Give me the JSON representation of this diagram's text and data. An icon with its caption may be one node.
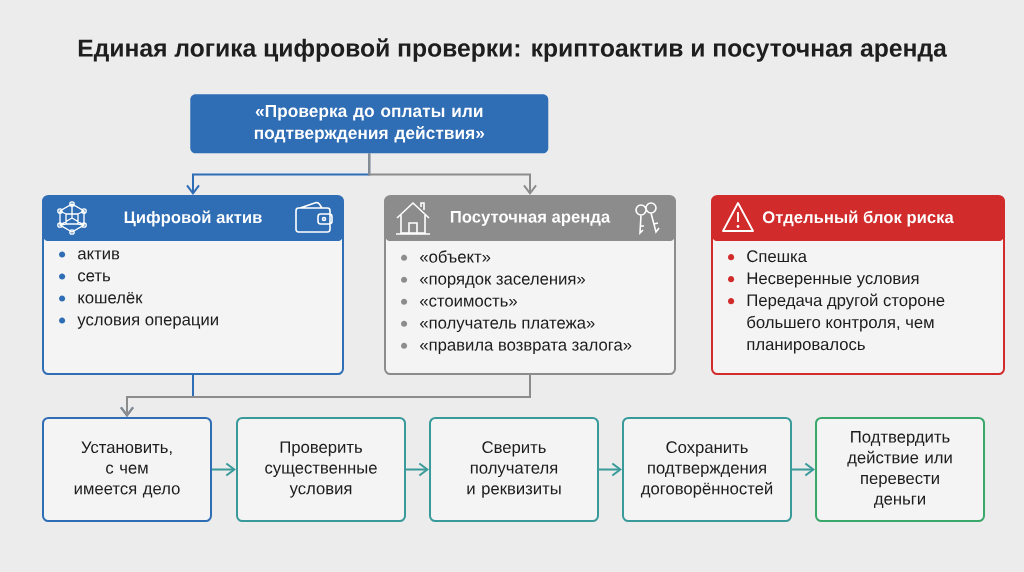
{
  "diagram": {
    "title": "Единая логика цифровой проверки: криптоактив и посуточная аренда",
    "nodes": [
      {
        "text": [
          "«Проверка до оплаты или подтверждения действия»"
        ]
      },
      {
        "text": [
          "Цифровой актив",
          "актив",
          "сеть",
          "кошелёк",
          "условия операции"
        ]
      },
      {
        "text": [
          "Посуточная аренда",
          "«объект»",
          "«порядок заселения»",
          "«стоимость»",
          "«получатель платежа»",
          "«правила возврата залога»"
        ]
      },
      {
        "text": [
          "Отдельный блок риска",
          "Спешка",
          "Несверенные условия",
          "Передача другой стороне большего контроля, чем планировалось"
        ]
      },
      {
        "text": [
          "Установить, с чем имеется дело"
        ]
      },
      {
        "text": [
          "Проверить существенные условия"
        ]
      },
      {
        "text": [
          "Сверить получателя и реквизиты"
        ]
      },
      {
        "text": [
          "Сохранить подтверждения договорённостей"
        ]
      },
      {
        "text": [
          "Подтвердить действие или перевести деньги"
        ]
      }
    ],
    "edges": [
      {
        "from": 0,
        "to": 1,
        "arrow": "to",
        "color": "#2f6db5"
      },
      {
        "from": 0,
        "to": 2,
        "arrow": "to",
        "color": "#8c8c8c"
      },
      {
        "from": 1,
        "to": 4,
        "arrow": "to",
        "color": "#2f6db5"
      },
      {
        "from": 2,
        "to": 4,
        "arrow": "to",
        "color": "#8c8c8c"
      },
      {
        "from": 4,
        "to": 5,
        "arrow": "to"
      },
      {
        "from": 5,
        "to": 6,
        "arrow": "to"
      },
      {
        "from": 6,
        "to": 7,
        "arrow": "to"
      },
      {
        "from": 7,
        "to": 8,
        "arrow": "to"
      }
    ]
  }
}
